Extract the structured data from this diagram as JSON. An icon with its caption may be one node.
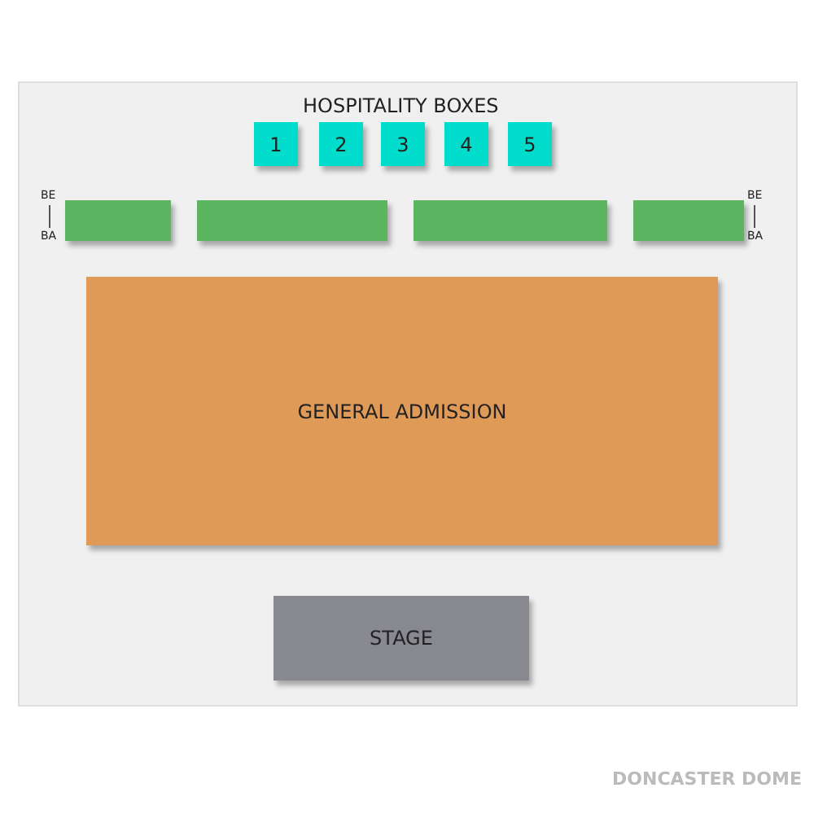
{
  "diagram": {
    "nodes": [
      {
        "text": [
          "1"
        ]
      },
      {
        "text": [
          "2"
        ]
      },
      {
        "text": [
          "3"
        ]
      },
      {
        "text": [
          "4"
        ]
      },
      {
        "text": [
          "5"
        ]
      },
      {
        "text": [],
        "shape": "bar"
      },
      {
        "text": [],
        "shape": "bar"
      },
      {
        "text": [],
        "shape": "bar"
      },
      {
        "text": [],
        "shape": "bar"
      },
      {
        "text": [
          "GENERAL ADMISSION"
        ]
      },
      {
        "text": [
          "STAGE"
        ]
      }
    ],
    "edges": [],
    "labels": [
      "HOSPITALITY BOXES",
      "BE",
      "BA",
      "BE",
      "BA",
      "DONCASTER DOME"
    ]
  }
}
